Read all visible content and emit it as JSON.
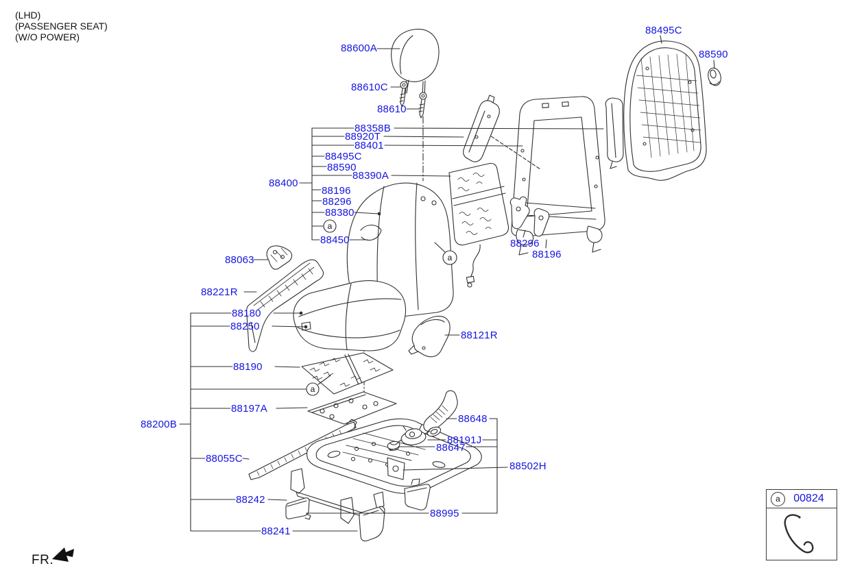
{
  "colors": {
    "label": "#1414e0",
    "line": "#2e2e2e",
    "text": "#111111",
    "background": "#ffffff"
  },
  "notes": [
    "(LHD)",
    "(PASSENGER SEAT)",
    "(W/O POWER)"
  ],
  "direction": {
    "label": "FR."
  },
  "ref_marker": "a",
  "legend": {
    "marker": "a",
    "part_number": "00824"
  },
  "callouts": [
    {
      "id": "headrest",
      "label": "88600A"
    },
    {
      "id": "headrest-guide",
      "label": "88610C"
    },
    {
      "id": "headrest-guide-2",
      "label": "88610"
    },
    {
      "id": "belt-guide",
      "label": "88358B"
    },
    {
      "id": "side-airbag",
      "label": "88920T"
    },
    {
      "id": "seatback-frame",
      "label": "88401"
    },
    {
      "id": "back-panel-stack",
      "label": "88495C"
    },
    {
      "id": "grommet-stack",
      "label": "88590"
    },
    {
      "id": "suspension-mat",
      "label": "88390A"
    },
    {
      "id": "seatback-assy",
      "label": "88400"
    },
    {
      "id": "recliner-inner-stack",
      "label": "88196"
    },
    {
      "id": "recliner-outer-stack",
      "label": "88296"
    },
    {
      "id": "seatback-pad",
      "label": "88380"
    },
    {
      "id": "seatback-cover",
      "label": "88450"
    },
    {
      "id": "back-panel",
      "label": "88495C"
    },
    {
      "id": "grommet",
      "label": "88590"
    },
    {
      "id": "recliner-outer",
      "label": "88296"
    },
    {
      "id": "recliner-inner",
      "label": "88196"
    },
    {
      "id": "shield-bracket",
      "label": "88063"
    },
    {
      "id": "shield-inner-lh",
      "label": "88221R"
    },
    {
      "id": "cushion-cover",
      "label": "88180"
    },
    {
      "id": "cushion-pad",
      "label": "88250"
    },
    {
      "id": "cushion-heater",
      "label": "88190"
    },
    {
      "id": "cushion-pan-pad",
      "label": "88197A"
    },
    {
      "id": "cushion-assy",
      "label": "88200B"
    },
    {
      "id": "side-rail-cover",
      "label": "88055C"
    },
    {
      "id": "track-cover-box",
      "label": "88242"
    },
    {
      "id": "track-cover-front",
      "label": "88241"
    },
    {
      "id": "shield-outer-rh",
      "label": "88121R"
    },
    {
      "id": "duct",
      "label": "88648"
    },
    {
      "id": "blower",
      "label": "88191J"
    },
    {
      "id": "blower-knob",
      "label": "88647"
    },
    {
      "id": "track-assy",
      "label": "88502H"
    },
    {
      "id": "track-support",
      "label": "88995"
    }
  ]
}
